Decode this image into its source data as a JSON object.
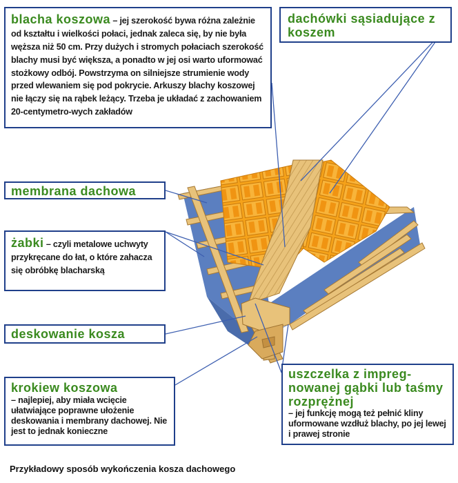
{
  "labels": {
    "blacha": {
      "title": "blacha koszowa",
      "text": " – jej szerokość bywa różna zależnie od kształtu i wielkości połaci, jednak zaleca się, by nie była węższa niż 50 cm. Przy dużych i stromych połaciach szerokość blachy musi być większa, a ponadto w jej osi warto uformować stożkowy odbój. Powstrzyma on silniejsze strumienie wody przed wlewaniem się pod pokrycie. Arkuszy blachy koszowej nie łączy się na rąbek leżący. Trzeba je układać z zachowaniem 20-centymetro-wych zakładów"
    },
    "dachowki": {
      "title": "dachówki sąsiadujące z koszem"
    },
    "membrana": {
      "title": "membrana dachowa"
    },
    "zabki": {
      "title": "żabki",
      "text": " – czyli metalowe uchwyty przykręcane do łat, o które zahacza się obróbkę blacharską"
    },
    "deskowanie": {
      "title": "deskowanie kosza"
    },
    "krokiew": {
      "title": "krokiew koszowa",
      "text": "– najlepiej, aby miała wcięcie ułatwiające poprawne ułożenie deskowania i membrany dachowej. Nie jest to jednak konieczne"
    },
    "uszczelka": {
      "title": "uszczelka z impreg-nowanej gąbki lub taśmy rozprężnej",
      "text": "– jej funkcję mogą też pełnić kliny uformowane wzdłuż blachy, po jej lewej i prawej stronie"
    }
  },
  "caption": "Przykładowy sposób wykończenia kosza dachowego",
  "colors": {
    "box_border": "#1f3f8a",
    "title_green": "#3a8a1f",
    "tile_orange": "#f5a21a",
    "wood": "#e8c27a",
    "membrane_blue": "#5b7fc0",
    "leader_blue": "#3d5fb0"
  }
}
